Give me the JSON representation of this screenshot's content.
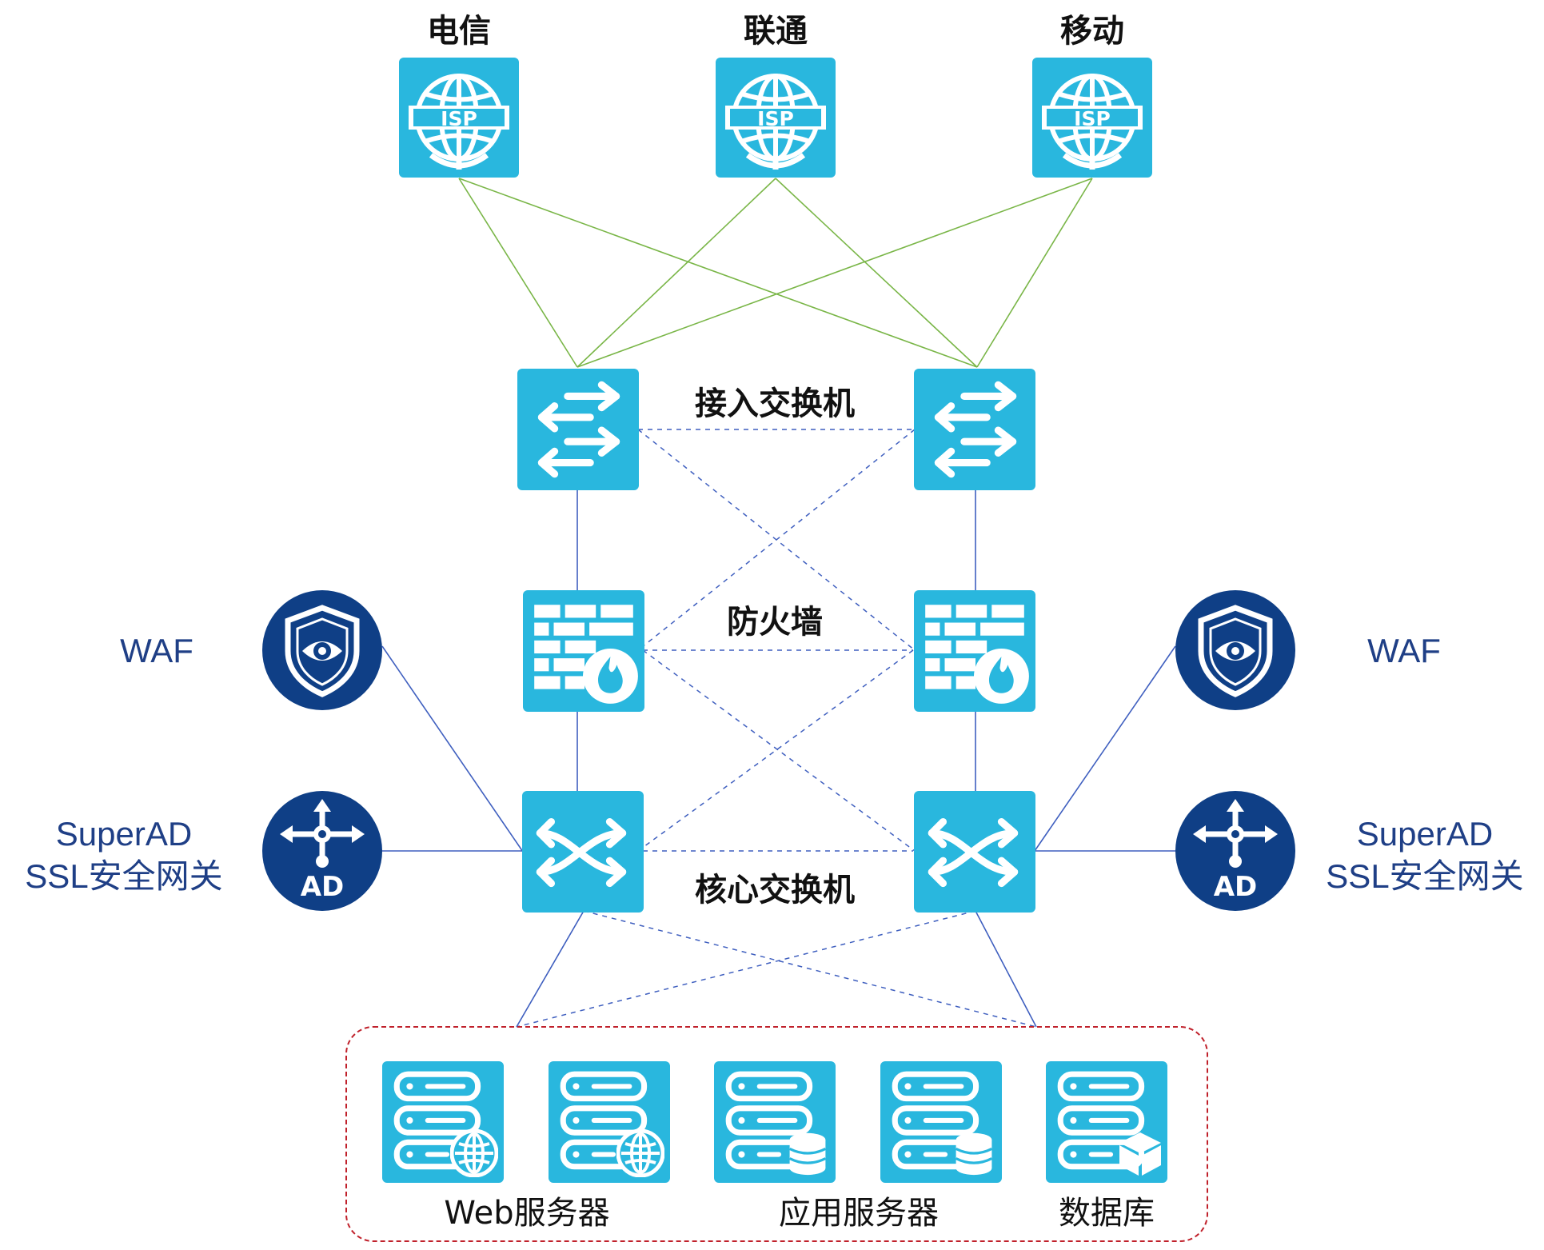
{
  "isp": {
    "badge": "ISP",
    "nodes": [
      {
        "label": "电信"
      },
      {
        "label": "联通"
      },
      {
        "label": "移动"
      }
    ]
  },
  "access_switch": {
    "label": "接入交换机"
  },
  "firewall": {
    "label": "防火墙"
  },
  "core_switch": {
    "label": "核心交换机"
  },
  "waf": {
    "label": "WAF"
  },
  "gateway": {
    "badge": "AD",
    "line1": "SuperAD",
    "line2": "SSL安全网关"
  },
  "servers": {
    "web_label": "Web服务器",
    "app_label": "应用服务器",
    "db_label": "数据库"
  },
  "colors": {
    "tile": "#29b7de",
    "circle": "#0f3f86",
    "isp_link": "#7ab648",
    "link": "#3f5fbf",
    "group_border": "#c0212b"
  }
}
